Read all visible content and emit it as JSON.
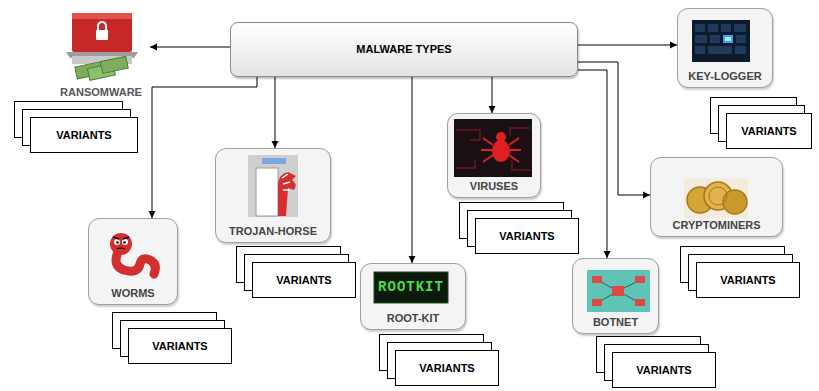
{
  "diagram": {
    "nodes": [
      {
        "text": [
          "MALWARE TYPES"
        ]
      },
      {
        "text": [
          "RANSOMWARE"
        ]
      },
      {
        "text": [
          "VARIANTS"
        ]
      },
      {
        "text": [
          "TROJAN-HORSE"
        ]
      },
      {
        "text": [
          "VARIANTS"
        ]
      },
      {
        "text": [
          "WORMS"
        ]
      },
      {
        "text": [
          "VARIANTS"
        ]
      },
      {
        "text": [
          "VIRUSES"
        ]
      },
      {
        "text": [
          "VARIANTS"
        ]
      },
      {
        "text": [
          "ROOT-KIT"
        ]
      },
      {
        "text": [
          "VARIANTS"
        ]
      },
      {
        "text": [
          "KEY-LOGGER"
        ]
      },
      {
        "text": [
          "VARIANTS"
        ]
      },
      {
        "text": [
          "BOTNET"
        ]
      },
      {
        "text": [
          "VARIANTS"
        ]
      },
      {
        "text": [
          "CRYPTOMINERS"
        ]
      },
      {
        "text": [
          "VARIANTS"
        ]
      }
    ],
    "edges": [
      {
        "from": 0,
        "to": 1,
        "arrow": "to"
      },
      {
        "from": 0,
        "to": 3,
        "arrow": "to"
      },
      {
        "from": 0,
        "to": 5,
        "arrow": "to"
      },
      {
        "from": 0,
        "to": 7,
        "arrow": "to"
      },
      {
        "from": 0,
        "to": 9,
        "arrow": "to"
      },
      {
        "from": 0,
        "to": 11,
        "arrow": "to"
      },
      {
        "from": 0,
        "to": 13,
        "arrow": "to"
      },
      {
        "from": 0,
        "to": 15,
        "arrow": "to"
      }
    ],
    "labels": [
      "ROOTKIT"
    ]
  }
}
